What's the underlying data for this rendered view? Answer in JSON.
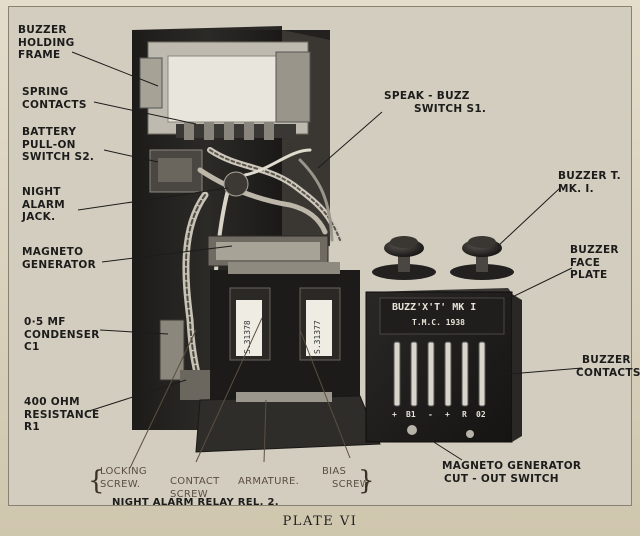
{
  "labels": {
    "buzzer_holding_frame": [
      "BUZZER",
      "HOLDING",
      "FRAME"
    ],
    "spring_contacts": [
      "SPRING",
      "CONTACTS"
    ],
    "battery_switch": [
      "BATTERY",
      "PULL-ON",
      "SWITCH S2."
    ],
    "night_alarm_jack": [
      "NIGHT",
      "ALARM",
      "JACK."
    ],
    "magneto_generator": [
      "MAGNETO",
      "GENERATOR"
    ],
    "condenser": [
      "0·5 µF",
      "CONDENSER",
      "C1"
    ],
    "resistance": [
      "400 OHM",
      "RESISTANCE",
      "R1"
    ],
    "speak_buzz_switch": [
      "SPEAK - BUZZ",
      "SWITCH S1."
    ],
    "buzzer_mk": [
      "BUZZER T.",
      "MK. I."
    ],
    "buzzer_face_plate": [
      "BUZZER",
      "FACE",
      "PLATE"
    ],
    "buzzer_contacts": [
      "BUZZER",
      "CONTACTS"
    ],
    "magneto_cutout": [
      "MAGNETO GENERATOR",
      "CUT - OUT SWITCH"
    ],
    "locking_screw": [
      "LOCKING",
      "SCREW."
    ],
    "contact_screw": [
      "CONTACT",
      "SCREW"
    ],
    "armature": "ARMATURE.",
    "bias_screw": [
      "BIAS",
      "SCREW"
    ],
    "night_alarm_relay": "NIGHT ALARM RELAY REL. 2."
  },
  "device_text": {
    "plate_line1": "BUZZ'X'T' MK I",
    "plate_line2": "T.M.C. 1938",
    "coil_label_left": "S.31378",
    "coil_label_right": "S.31377",
    "contact_marks": [
      "+",
      "B1",
      "-",
      "+",
      "R",
      "02"
    ]
  },
  "caption": "PLATE VI"
}
